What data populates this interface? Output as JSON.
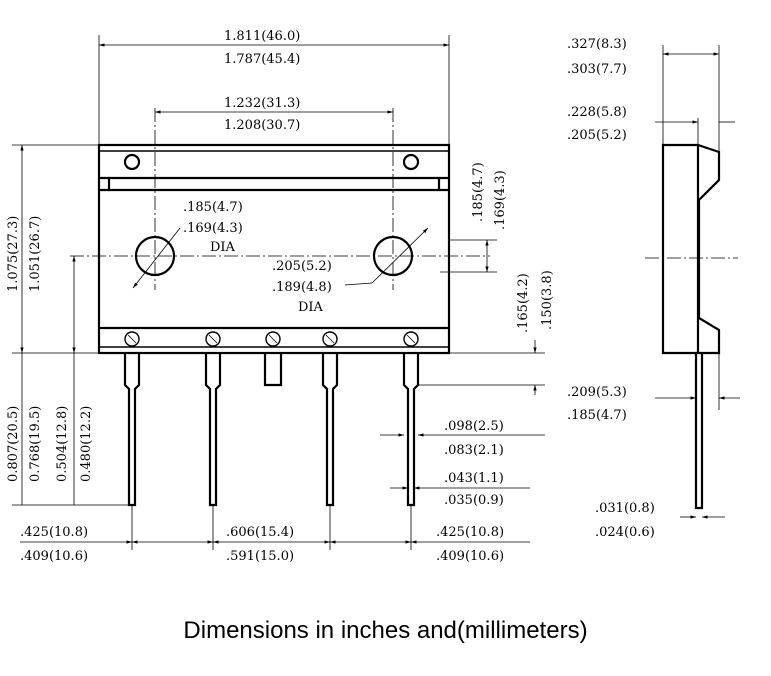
{
  "caption": "Dimensions in inches and(millimeters)",
  "dims": {
    "overall_width_max": "1.811(46.0)",
    "overall_width_min": "1.787(45.4)",
    "hole_pitch_max": "1.232(31.3)",
    "hole_pitch_min": "1.208(30.7)",
    "hole_dia_max": ".185(4.7)",
    "hole_dia_min": ".169(4.3)",
    "hole_dia_note": "DIA",
    "pin_hole_max": ".205(5.2)",
    "pin_hole_min": ".189(4.8)",
    "pin_hole_note": "DIA",
    "hole_offset_max": ".185(4.7)",
    "hole_offset_min": ".169(4.3)",
    "tab_step_max": ".165(4.2)",
    "tab_step_min": ".150(3.8)",
    "body_height_max": "1.075(27.3)",
    "body_height_min": "1.051(26.7)",
    "lead_length_max": "0.807(20.5)",
    "lead_length_min": "0.768(19.5)",
    "lead_to_hole_max": "0.504(12.8)",
    "lead_to_hole_min": "0.480(12.2)",
    "lead_shoulder_max": ".098(2.5)",
    "lead_shoulder_min": ".083(2.1)",
    "lead_width_max": ".043(1.1)",
    "lead_width_min": ".035(0.9)",
    "left_pitch_max": ".425(10.8)",
    "left_pitch_min": ".409(10.6)",
    "mid_pitch_max": ".606(15.4)",
    "mid_pitch_min": ".591(15.0)",
    "right_pitch_max": ".425(10.8)",
    "right_pitch_min": ".409(10.6)",
    "side_thick_max": ".327(8.3)",
    "side_thick_min": ".303(7.7)",
    "side_tab_max": ".228(5.8)",
    "side_tab_min": ".205(5.2)",
    "side_lead_off_max": ".209(5.3)",
    "side_lead_off_min": ".185(4.7)",
    "side_lead_thk_max": ".031(0.8)",
    "side_lead_thk_min": ".024(0.6)"
  }
}
